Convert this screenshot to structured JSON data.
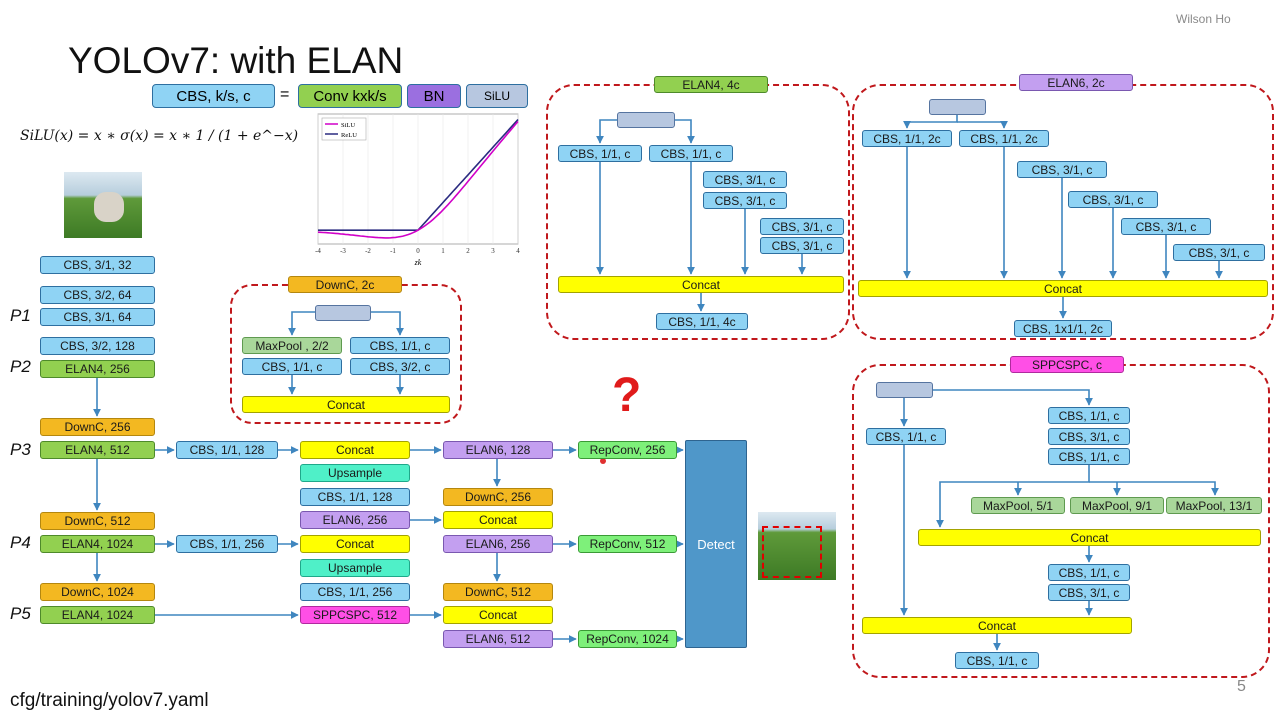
{
  "author": "Wilson Ho",
  "title": "YOLOv7: with ELAN",
  "footer_path": "cfg/training/yolov7.yaml",
  "page_number": "5",
  "question_mark": "?",
  "legend": {
    "cbs": "CBS, k/s, c",
    "eq": "=",
    "conv": "Conv kxk/s",
    "bn": "BN",
    "silu": "SiLU"
  },
  "formula": "SiLU(x) = x ∗ σ(x) = x ∗ 1 / (1 + e^−x)",
  "silu_chart": {
    "legend": [
      "SiLU",
      "ReLU"
    ],
    "xticks": [
      "-4",
      "-3",
      "-2",
      "-1",
      "0",
      "1",
      "2",
      "3",
      "4"
    ],
    "xlabel": "zk"
  },
  "colors": {
    "cbs": "#8fd3f4",
    "elan": "#92d050",
    "downc": "#f3b821",
    "concat": "#ffff00",
    "elan6": "#c39ff0",
    "repconv": "#7ef07a",
    "upsample": "#4ff0c8",
    "sppcspc": "#ff4fe6",
    "maxpool": "#a9d79a",
    "detect": "#4f97c9",
    "dashed": "#c0181c"
  },
  "backbone": {
    "b1": "CBS, 3/1, 32",
    "b2": "CBS, 3/2, 64",
    "b3": "CBS, 3/1, 64",
    "b4": "CBS, 3/2, 128",
    "b5": "ELAN4, 256",
    "b6": "DownC, 256",
    "b7": "ELAN4, 512",
    "b8": "DownC, 512",
    "b9": "ELAN4, 1024",
    "b10": "DownC, 1024",
    "b11": "ELAN4, 1024",
    "p1": "P1",
    "p2": "P2",
    "p3": "P3",
    "p4": "P4",
    "p5": "P5"
  },
  "head": {
    "cbs128": "CBS, 1/1, 128",
    "concat1": "Concat",
    "upsample1": "Upsample",
    "cbs128b": "CBS, 1/1, 128",
    "elan6_256a": "ELAN6, 256",
    "cbs256": "CBS, 1/1, 256",
    "concat2": "Concat",
    "upsample2": "Upsample",
    "cbs256b": "CBS, 1/1, 256",
    "sppcspc": "SPPCSPC, 512",
    "elan6_128": "ELAN6, 128",
    "downc256": "DownC, 256",
    "concat3": "Concat",
    "elan6_256b": "ELAN6, 256",
    "downc512": "DownC, 512",
    "concat4": "Concat",
    "elan6_512": "ELAN6, 512",
    "rep256": "RepConv, 256",
    "rep512": "RepConv, 512",
    "rep1024": "RepConv, 1024",
    "detect": "Detect"
  },
  "downc_block": {
    "title": "DownC, 2c",
    "maxpool": "MaxPool , 2/2",
    "cbs_r1": "CBS, 1/1, c",
    "cbs_l": "CBS, 1/1, c",
    "cbs_r2": "CBS, 3/2, c",
    "concat": "Concat"
  },
  "elan4_block": {
    "title": "ELAN4, 4c",
    "c1": "CBS, 1/1, c",
    "c2": "CBS, 1/1, c",
    "c3": "CBS, 3/1, c",
    "c4": "CBS, 3/1, c",
    "c5": "CBS, 3/1, c",
    "c6": "CBS, 3/1, c",
    "concat": "Concat",
    "out": "CBS, 1/1, 4c"
  },
  "elan6_block": {
    "title": "ELAN6, 2c",
    "c1": "CBS, 1/1, 2c",
    "c2": "CBS, 1/1, 2c",
    "c3": "CBS, 3/1, c",
    "c4": "CBS, 3/1, c",
    "c5": "CBS, 3/1, c",
    "c6": "CBS, 3/1, c",
    "concat": "Concat",
    "out": "CBS, 1x1/1, 2c"
  },
  "spp_block": {
    "title": "SPPCSPC, c",
    "left": "CBS, 1/1, c",
    "r1": "CBS, 1/1, c",
    "r2": "CBS, 3/1, c",
    "r3": "CBS, 1/1, c",
    "mp5": "MaxPool, 5/1",
    "mp9": "MaxPool, 9/1",
    "mp13": "MaxPool, 13/1",
    "concat1": "Concat",
    "r4": "CBS, 1/1, c",
    "r5": "CBS, 3/1, c",
    "concat2": "Concat",
    "out": "CBS, 1/1, c"
  }
}
